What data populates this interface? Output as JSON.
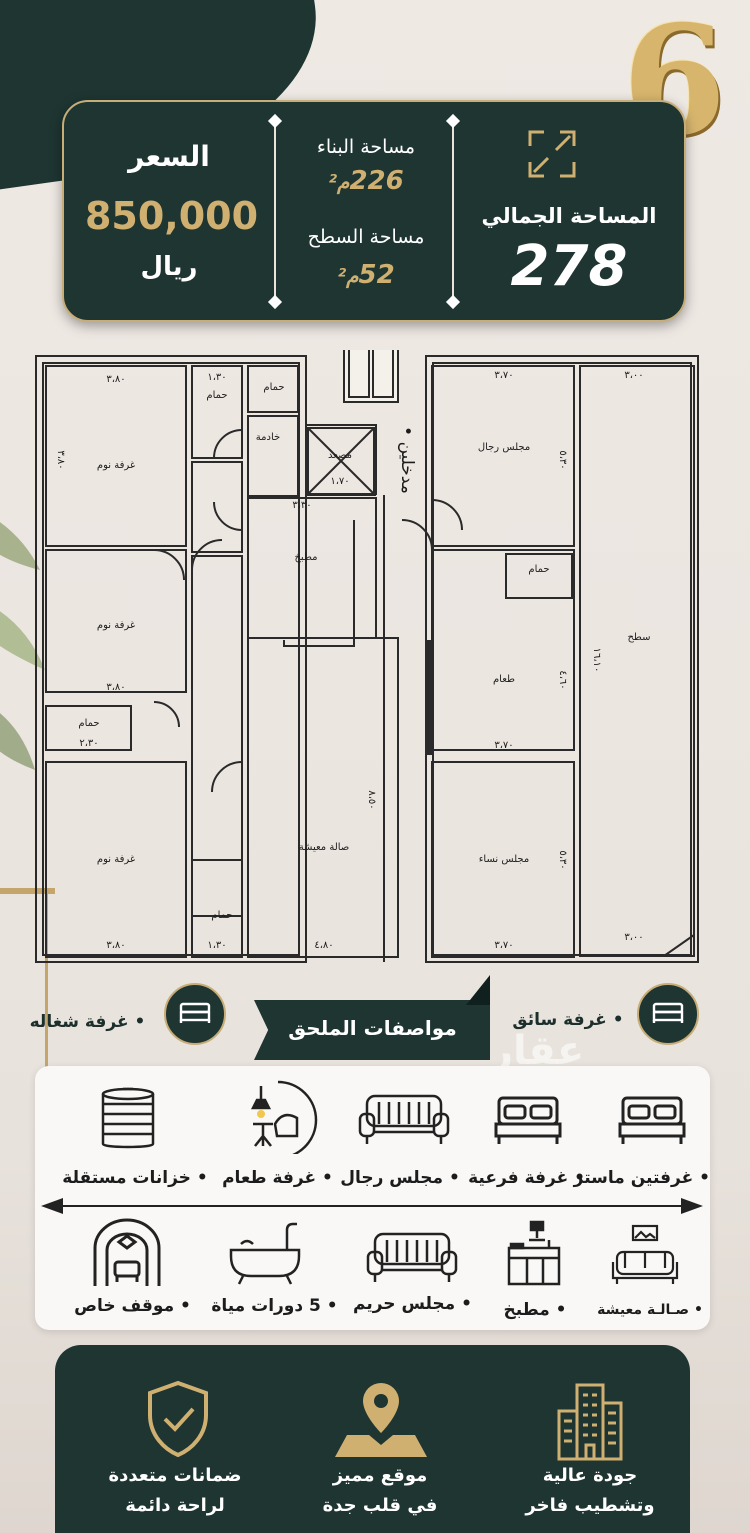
{
  "badge_number": "6",
  "summary": {
    "total_area_label": "المساحة الجمالي",
    "total_area_value": "278",
    "building_area_label": "مساحة البناء",
    "building_area_value": "226",
    "unit": "م²",
    "roof_area_label": "مساحة السطح",
    "roof_area_value": "52",
    "price_label": "السعر",
    "price_value": "850,000",
    "currency": "ريال"
  },
  "plan": {
    "rooms": [
      {
        "label": "غرفة نوم"
      },
      {
        "label": "غرفة نوم"
      },
      {
        "label": "غرفة نوم"
      },
      {
        "label": "حمام"
      },
      {
        "label": "حمام"
      },
      {
        "label": "حمام"
      },
      {
        "label": "حمام"
      },
      {
        "label": "خادمة"
      },
      {
        "label": "مصعد"
      },
      {
        "label": "مطبخ"
      },
      {
        "label": "صالة معيشة"
      },
      {
        "label": "مجلس رجال"
      },
      {
        "label": "طعام"
      },
      {
        "label": "مجلس نساء"
      },
      {
        "label": "سطح"
      },
      {
        "label": "حمام"
      }
    ],
    "entrance_label": "• مدخلين",
    "dims": [
      "٣،٨٠",
      "٣،٨٠",
      "٣،٨٠",
      "٣،٨٠",
      "٣،٧٠",
      "٣،٧٠",
      "٣،٧٠",
      "٣،٠٠",
      "٣،٠٠",
      "٣،٣٠",
      "٤،٨٠",
      "٨،٥٠",
      "١٦،١٠",
      "٥،٣٠",
      "٤،٦٠",
      "٥،٣٠",
      "٢،٣٠",
      "١،٣٠",
      "١،٣٠",
      "١،٧٠"
    ]
  },
  "annex": {
    "title": "مواصفات الملحق",
    "left_item": "• غرفة شغاله",
    "right_item": "• غرفة سائق"
  },
  "watermark": "عقار",
  "features_row1": [
    "• غرفتين ماستر",
    "• غرفة فرعية",
    "• مجلس رجال",
    "• غرفة طعام",
    "• خزانات مستقلة"
  ],
  "features_row2": [
    "• صـالـة معيشة",
    "• مطبخ",
    "• مجلس حريم",
    "• 5 دورات مياة",
    "• موقف خاص"
  ],
  "icons": [
    "bed-icon",
    "bed-icon",
    "sofa-icon",
    "dining-icon",
    "water-tank-icon",
    "living-room-icon",
    "kitchen-icon",
    "sofa-icon",
    "bathtub-icon",
    "garage-icon",
    "shield-check-icon",
    "location-pin-icon",
    "building-icon",
    "expand-arrows-icon"
  ],
  "bottom": {
    "guarantee": [
      "ضمانات متعددة",
      "لراحة دائمة"
    ],
    "location": [
      "موقع مميز",
      "في قلب جدة"
    ],
    "quality": [
      "جودة عالية",
      "وتشطيب فاخر"
    ]
  },
  "colors": {
    "dark_green": "#1e3532",
    "gold": "#d0b071",
    "background": "#ece6e1"
  }
}
